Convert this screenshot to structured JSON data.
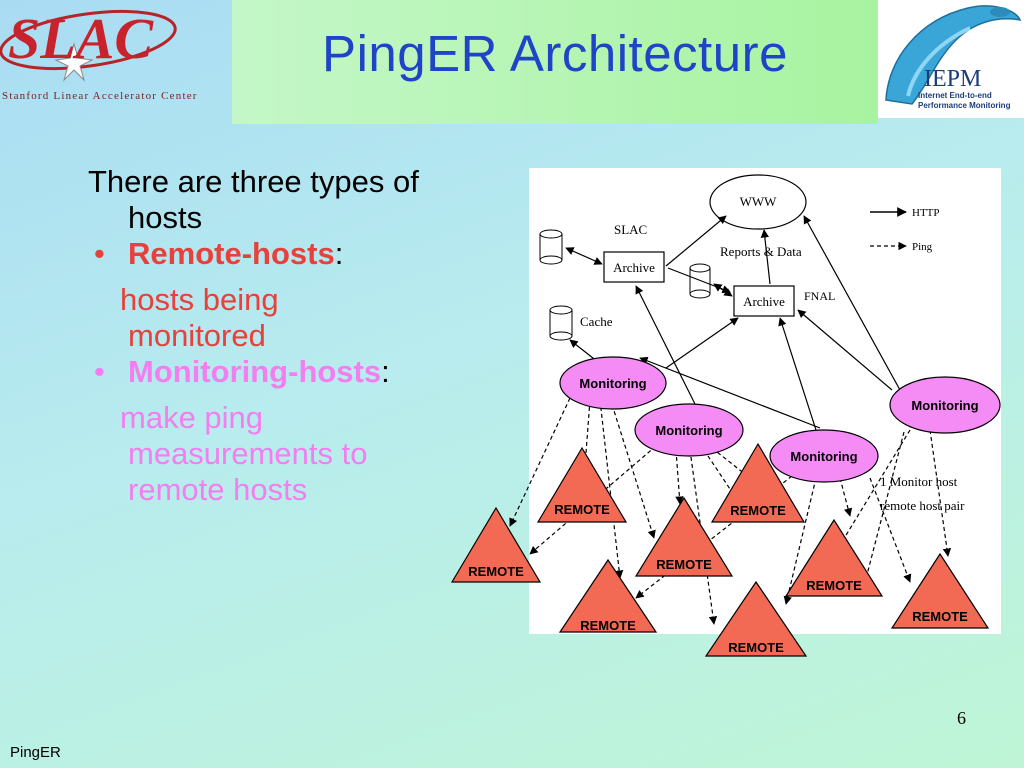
{
  "slide": {
    "title": "PingER Architecture",
    "page_number": "6",
    "footer": "PingER"
  },
  "logos": {
    "left": {
      "text": "SLAC",
      "subtitle": "Stanford Linear Accelerator Center"
    },
    "right": {
      "text": "IEPM",
      "subtitle_line1": "Internet End-to-end",
      "subtitle_line2": "Performance Monitoring"
    }
  },
  "content": {
    "intro_line1": "There are three types of",
    "intro_line2": "hosts",
    "bullet1_term": "Remote-hosts",
    "bullet1_colon": ":",
    "bullet1_desc_line1": "hosts being",
    "bullet1_desc_line2": "monitored",
    "bullet2_term": "Monitoring-hosts",
    "bullet2_colon": ":",
    "bullet2_desc_line1": "make ping",
    "bullet2_desc_line2": "measurements to",
    "bullet2_desc_line3": "remote hosts",
    "bullet_char": "•"
  },
  "diagram": {
    "www": "WWW",
    "slac": "SLAC",
    "archive": "Archive",
    "reports": "Reports & Data",
    "cache": "Cache",
    "fnal": "FNAL",
    "legend_http": "HTTP",
    "legend_ping": "Ping",
    "annotation_line1": "1 Monitor host",
    "annotation_line2": "remote host pair",
    "monitoring": "Monitoring",
    "remote": "REMOTE",
    "colors": {
      "monitoring_fill": "#f58cf5",
      "remote_fill": "#f26a54",
      "title_text": "#1f44c8"
    }
  }
}
